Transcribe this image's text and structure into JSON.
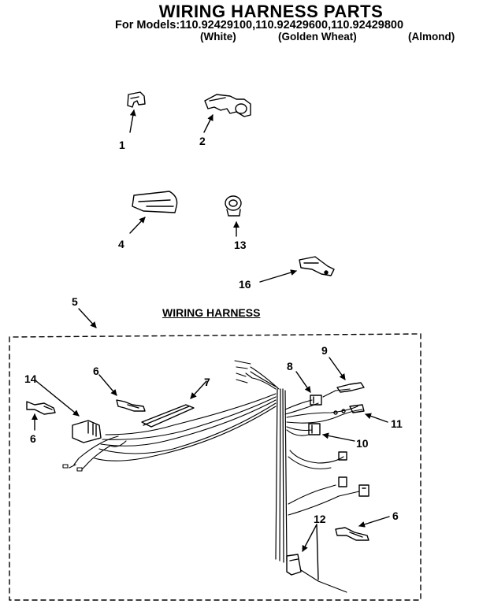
{
  "header": {
    "title": "WIRING HARNESS PARTS",
    "models_line": "For Models:110.92429100,110.92429600,110.92429800",
    "colors": [
      "(White)",
      "(Golden Wheat)",
      "(Almond)"
    ]
  },
  "section": {
    "subtitle": "WIRING HARNESS"
  },
  "callouts": {
    "c1": "1",
    "c2": "2",
    "c4": "4",
    "c13": "13",
    "c16": "16",
    "c5": "5",
    "c14": "14",
    "c6a": "6",
    "c6b": "6",
    "c6c": "6",
    "c7": "7",
    "c8": "8",
    "c9": "9",
    "c11": "11",
    "c10": "10",
    "c12": "12"
  }
}
